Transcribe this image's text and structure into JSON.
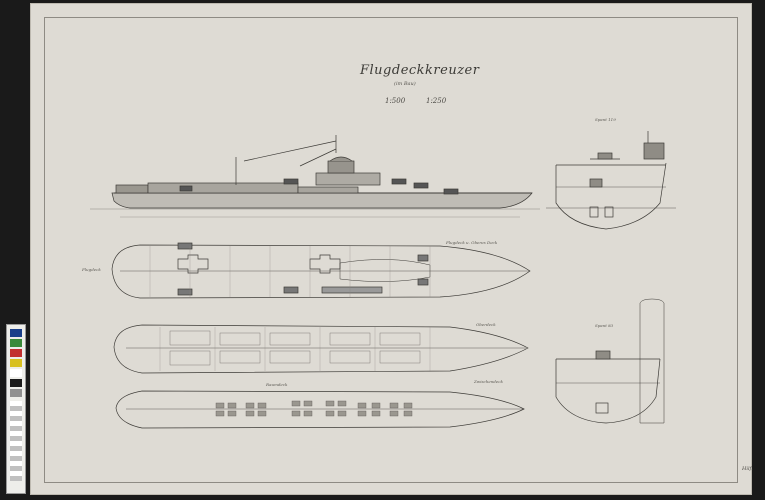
{
  "drawing": {
    "title": "Flugdeckkreuzer",
    "subtitle": "(im Bau)",
    "scale_1": "1:500",
    "scale_2": "1:250",
    "label_section_top": "Spant 119",
    "label_section_bottom": "Spant 83",
    "label_flight_deck": "Flugdeck",
    "label_upper_deck": "Oberdeck",
    "label_lower_deck": "Zwischendeck",
    "label_hold": "Raumdeck",
    "label_main_deck": "Flugdeck u. Oberes Deck",
    "signature": "Hilf."
  },
  "colors": {
    "paper": "#dedbd4",
    "ink": "#3d3b37",
    "faint_ink": "#8a8780",
    "background": "#1a1a1a"
  },
  "color_target": {
    "label": "color reference strip"
  }
}
